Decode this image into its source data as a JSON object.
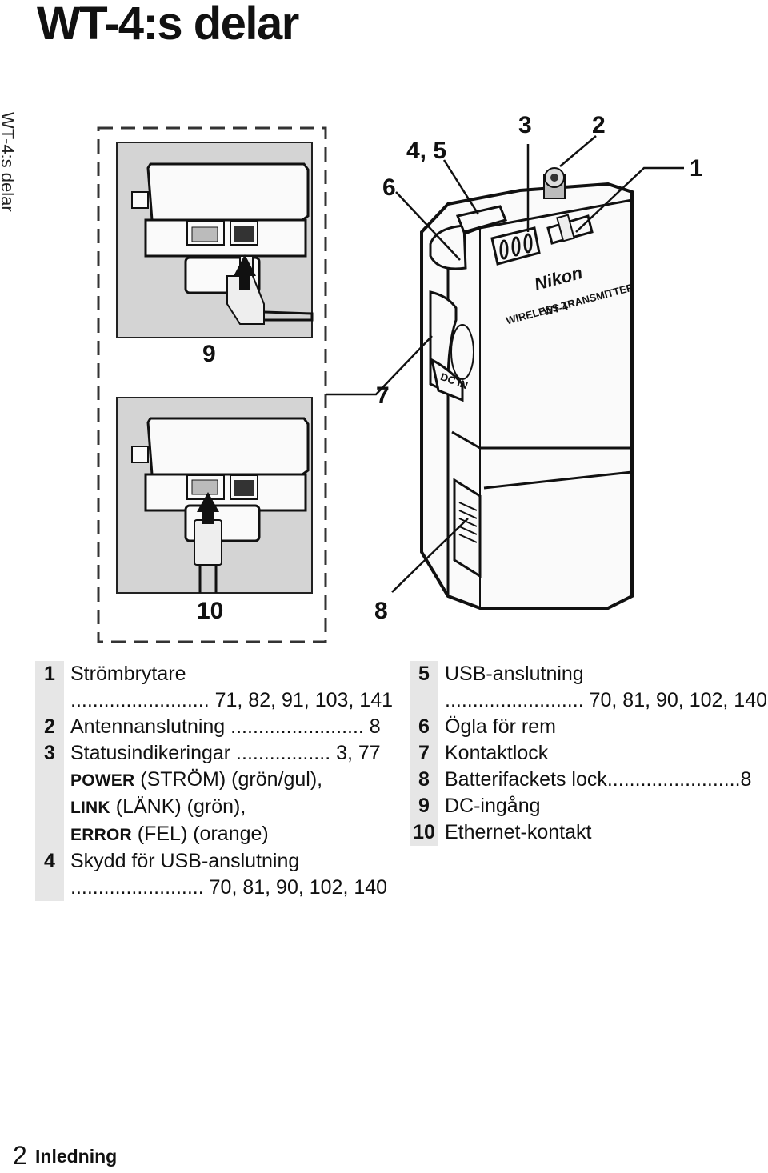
{
  "page": {
    "title": "WT-4:s delar",
    "side_tab": "WT-4:s delar",
    "footer": {
      "page_number": "2",
      "section": "Inledning"
    }
  },
  "figure": {
    "callouts": {
      "c1": "1",
      "c2": "2",
      "c3": "3",
      "c45": "4, 5",
      "c6": "6",
      "c7": "7",
      "c8": "8",
      "c9": "9",
      "c10": "10"
    },
    "device_text": {
      "brand": "Nikon",
      "model_line1": "WIRELESS TRANSMITTER",
      "model_line2": "WT-4",
      "dc_in": "DC IN"
    }
  },
  "legend": {
    "left": [
      {
        "num": "1",
        "text": "Strömbrytare"
      },
      {
        "num": "",
        "text": "......................... 71, 82, 91, 103, 141"
      },
      {
        "num": "2",
        "text": "Antennanslutning ........................ 8"
      },
      {
        "num": "3",
        "text": "Statusindikeringar ................. 3, 77"
      },
      {
        "num": "",
        "prefix": "POWER",
        "text": " (STRÖM) (grön/gul),"
      },
      {
        "num": "",
        "prefix": "LINK",
        "text": " (LÄNK) (grön),"
      },
      {
        "num": "",
        "prefix": "ERROR",
        "text": " (FEL) (orange)"
      },
      {
        "num": "4",
        "text": "Skydd för USB-anslutning"
      },
      {
        "num": "",
        "text": "........................ 70, 81, 90, 102, 140"
      }
    ],
    "right": [
      {
        "num": "5",
        "text": "USB-anslutning"
      },
      {
        "num": "",
        "text": "......................... 70, 81, 90, 102, 140"
      },
      {
        "num": "6",
        "text": "Ögla för rem"
      },
      {
        "num": "7",
        "text": "Kontaktlock"
      },
      {
        "num": "8",
        "text": "Batterifackets lock........................8"
      },
      {
        "num": "9",
        "text": "DC-ingång"
      },
      {
        "num": "10",
        "text": "Ethernet-kontakt"
      }
    ]
  }
}
